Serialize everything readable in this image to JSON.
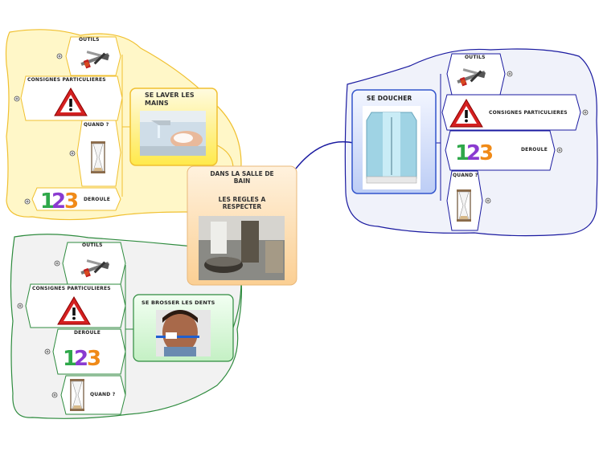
{
  "center": {
    "title_line1": "DANS LA SALLE DE",
    "title_line2": "BAIN",
    "subtitle_line1": "LES REGLES A",
    "subtitle_line2": "RESPECTER"
  },
  "yellow": {
    "main_line1": "SE LAVER LES",
    "main_line2": "MAINS",
    "outils": "OUTILS",
    "consignes": "CONSIGNES PARTICULIERES",
    "quand": "QUAND ?",
    "deroule": "DEROULE"
  },
  "green": {
    "main": "SE BROSSER LES DENTS",
    "outils": "OUTILS",
    "consignes": "CONSIGNES PARTICULIERES",
    "deroule": "DEROULE",
    "quand": "QUAND ?"
  },
  "blue": {
    "main": "SE DOUCHER",
    "outils": "OUTILS",
    "consignes": "CONSIGNES PARTICULIERES",
    "deroule": "DEROULE",
    "quand": "QUAND ?"
  },
  "colors": {
    "yellow_bg": "#fff7c8",
    "yellow_border": "#f0c030",
    "green_bg": "#f2f2f2",
    "green_border": "#2e8b3e",
    "blue_bg": "#f0f2fa",
    "blue_border": "#1a1aa0",
    "center_bg": "#fddcb0"
  }
}
